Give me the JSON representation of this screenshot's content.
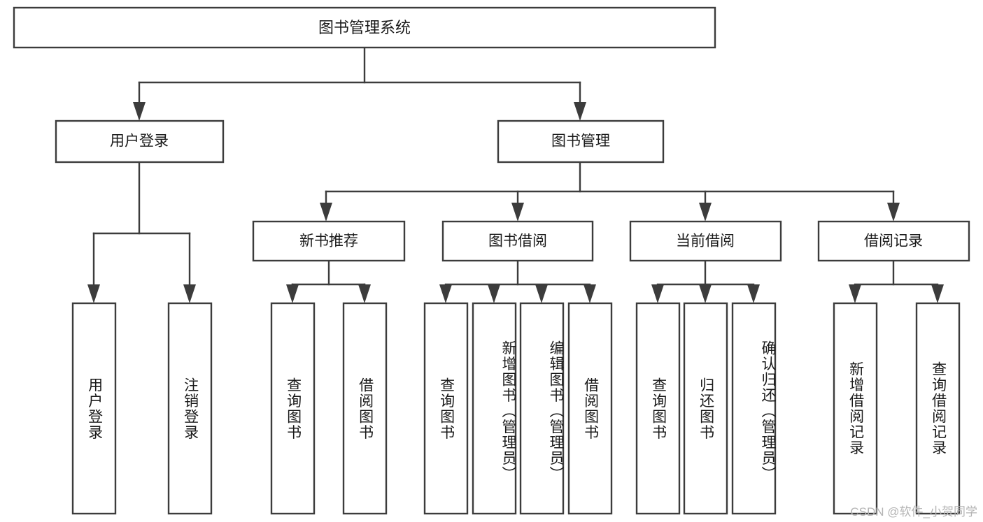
{
  "diagram": {
    "type": "tree",
    "title": "图书管理系统",
    "root": {
      "label": "图书管理系统",
      "level": 0
    },
    "level1": [
      {
        "label": "用户登录"
      },
      {
        "label": "图书管理"
      }
    ],
    "level2": [
      {
        "label": "新书推荐",
        "parent": "图书管理"
      },
      {
        "label": "图书借阅",
        "parent": "图书管理"
      },
      {
        "label": "当前借阅",
        "parent": "图书管理"
      },
      {
        "label": "借阅记录",
        "parent": "图书管理"
      }
    ],
    "leaves": {
      "user_login": [
        {
          "label": "用户登录"
        },
        {
          "label": "注销登录"
        }
      ],
      "new_book_recommend": [
        {
          "label": "查询图书"
        },
        {
          "label": "借阅图书"
        }
      ],
      "book_borrow": [
        {
          "label": "查询图书"
        },
        {
          "label": "新增图书（管理员）"
        },
        {
          "label": "编辑图书（管理员）"
        },
        {
          "label": "借阅图书"
        }
      ],
      "current_borrow": [
        {
          "label": "查询图书"
        },
        {
          "label": "归还图书"
        },
        {
          "label": "确认归还（管理员）"
        }
      ],
      "borrow_records": [
        {
          "label": "新增借阅记录"
        },
        {
          "label": "查询借阅记录"
        }
      ]
    },
    "watermark": "CSDN @软件_小贺同学",
    "colors": {
      "stroke": "#3c3c3c",
      "fill": "#ffffff",
      "text": "#1a1a1a",
      "watermark": "#b4b4b4",
      "background": "#ffffff"
    }
  }
}
